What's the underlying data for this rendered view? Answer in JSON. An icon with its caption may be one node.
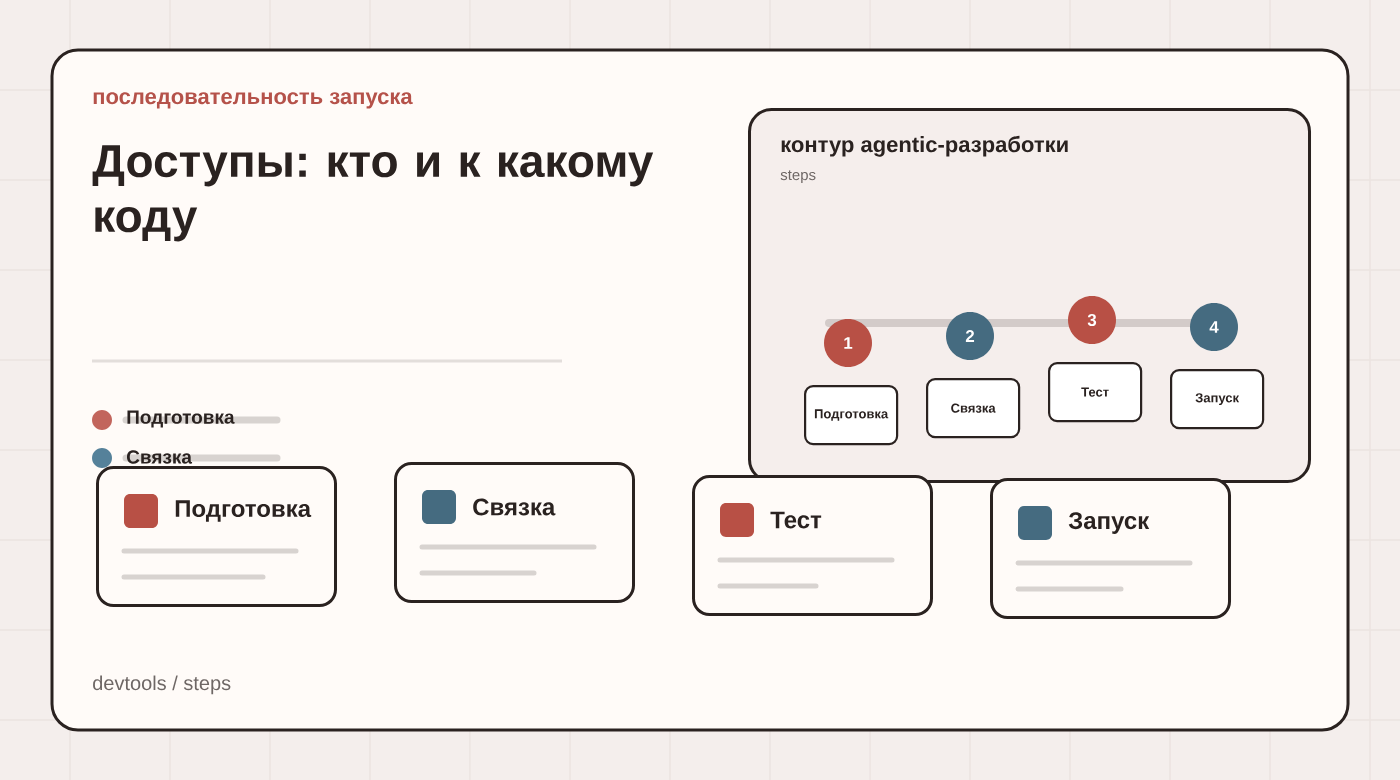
{
  "diagram": {
    "title": "Доступы: кто и к какому коду",
    "nodes": [
      {
        "text": [
          "контур agentic-разработки",
          "steps"
        ]
      },
      {
        "text": [
          "1"
        ],
        "in": 0
      },
      {
        "text": [
          "2"
        ],
        "in": 0
      },
      {
        "text": [
          "3"
        ],
        "in": 0
      },
      {
        "text": [
          "4"
        ],
        "in": 0
      },
      {
        "text": [
          "Подготовка"
        ],
        "in": 0
      },
      {
        "text": [
          "Связка"
        ],
        "in": 0
      },
      {
        "text": [
          "Тест"
        ],
        "in": 0
      },
      {
        "text": [
          "Запуск"
        ],
        "in": 0
      },
      {
        "text": [
          "Подготовка"
        ]
      },
      {
        "text": [
          "Связка"
        ]
      },
      {
        "text": [
          "Тест"
        ]
      },
      {
        "text": [
          "Запуск"
        ]
      }
    ],
    "labels": [
      "последовательность запуска",
      "devtools / steps"
    ],
    "legend": [
      {
        "text": "Подготовка",
        "color": "#c2655c"
      },
      {
        "text": "Связка",
        "color": "#55819a"
      }
    ]
  }
}
